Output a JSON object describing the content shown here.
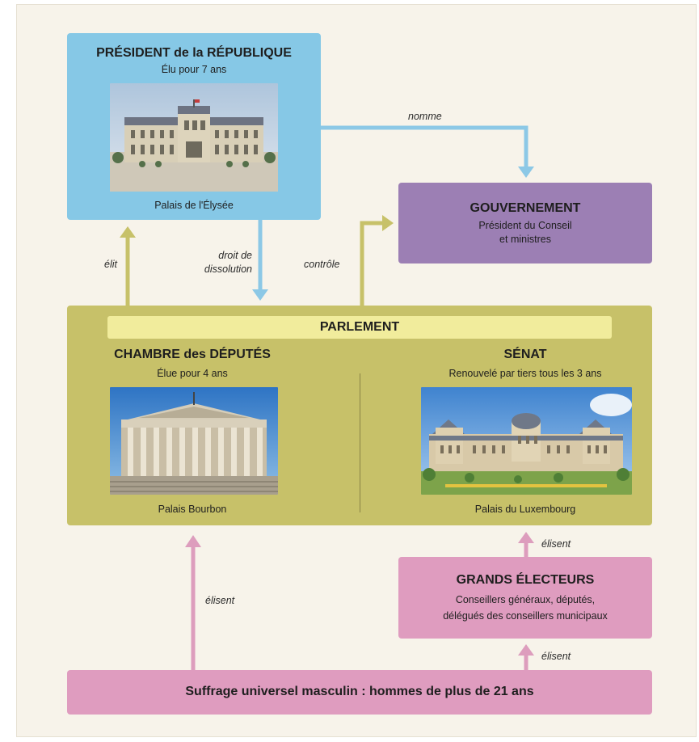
{
  "president": {
    "title": "PRÉSIDENT de la RÉPUBLIQUE",
    "subtitle": "Élu pour 7 ans",
    "caption": "Palais de l'Élysée"
  },
  "gouvernement": {
    "title": "GOUVERNEMENT",
    "line1": "Président du Conseil",
    "line2": "et ministres"
  },
  "parlement": {
    "title": "PARLEMENT",
    "chambre": {
      "title": "CHAMBRE des DÉPUTÉS",
      "subtitle": "Élue pour 4 ans",
      "caption": "Palais Bourbon"
    },
    "senat": {
      "title": "SÉNAT",
      "subtitle": "Renouvelé par tiers tous les 3 ans",
      "caption": "Palais du Luxembourg"
    }
  },
  "grands_electeurs": {
    "title": "GRANDS ÉLECTEURS",
    "line1": "Conseillers généraux, députés,",
    "line2": "délégués des conseillers municipaux"
  },
  "suffrage": {
    "text": "Suffrage universel masculin : hommes de plus de 21 ans"
  },
  "arrows": {
    "nomme": "nomme",
    "elit": "élit",
    "dissolution_line1": "droit de",
    "dissolution_line2": "dissolution",
    "controle": "contrôle",
    "elisent_senat": "élisent",
    "elisent_chambre": "élisent",
    "elisent_grands": "élisent"
  },
  "colors": {
    "president": "#86c8e6",
    "gouvernement": "#9c7fb4",
    "parlement": "#c7c169",
    "parlement_band": "#f1ec9c",
    "electeurs": "#df9cbf",
    "arrow_blue": "#8cc8e6",
    "arrow_olive": "#c7c169",
    "arrow_pink": "#dd9dbd"
  }
}
